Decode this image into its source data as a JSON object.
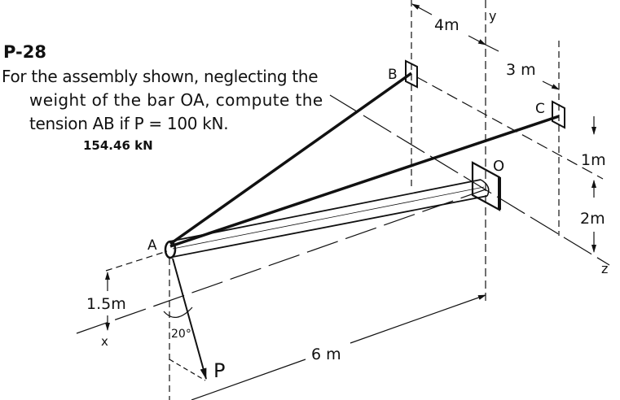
{
  "problem": {
    "number": "P-28",
    "statement_lines": [
      "For the assembly shown, neglecting the",
      "weight of the bar OA, compute the",
      "tension AB if P = 100 kN."
    ],
    "answer": "154.46 kN"
  },
  "diagram": {
    "points": {
      "A": "A",
      "B": "B",
      "C": "C",
      "O": "O"
    },
    "axes": {
      "x": "x",
      "y": "y",
      "z": "z"
    },
    "load": "P",
    "angle": "20°",
    "dimensions": {
      "d_4m": "4m",
      "d_3m": "3 m",
      "d_1m": "1m",
      "d_2m": "2m",
      "d_1_5m": "1.5m",
      "d_6m": "6 m"
    }
  }
}
